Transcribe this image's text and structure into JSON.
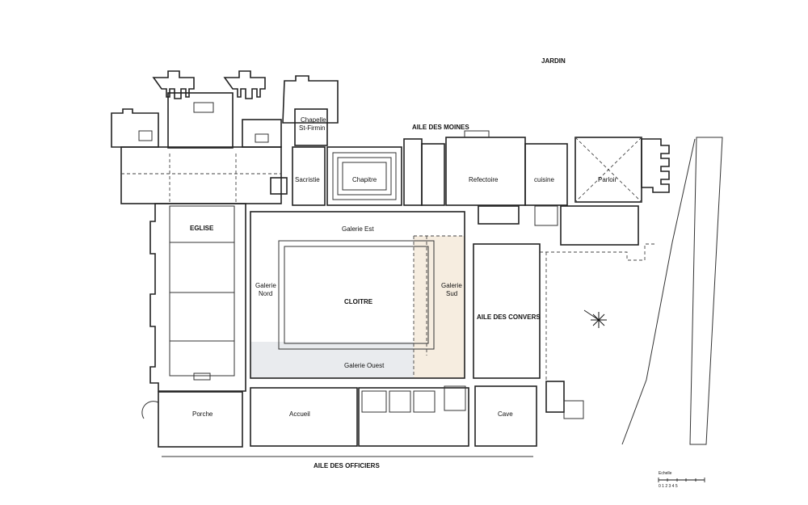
{
  "labels": {
    "jardin": "JARDIN",
    "aile_moines": "AILE DES MOINES",
    "chapelle_l1": "Chapelle",
    "chapelle_l2": "St-Firmin",
    "sacristie": "Sacristie",
    "chapitre": "Chapitre",
    "refectoire": "Refectoire",
    "cuisine": "cuisine",
    "parloir": "Parloir",
    "eglise": "EGLISE",
    "galerie_est": "Galerie Est",
    "galerie_nord_l1": "Galerie",
    "galerie_nord_l2": "Nord",
    "cloitre": "CLOITRE",
    "galerie_sud_l1": "Galerie",
    "galerie_sud_l2": "Sud",
    "aile_convers": "AILE DES CONVERS",
    "galerie_ouest": "Galerie Ouest",
    "porche": "Porche",
    "accueil": "Accueil",
    "cave": "Cave",
    "aile_officiers": "AILE DES OFFICIERS",
    "echelle": "Echelle",
    "scale_ticks": "0  1  2  3  4  5"
  },
  "colors": {
    "wall": "#222222",
    "galerie_ouest_fill": "#e9ebee",
    "galerie_sud_fill": "#f6ede0",
    "background": "#ffffff"
  }
}
